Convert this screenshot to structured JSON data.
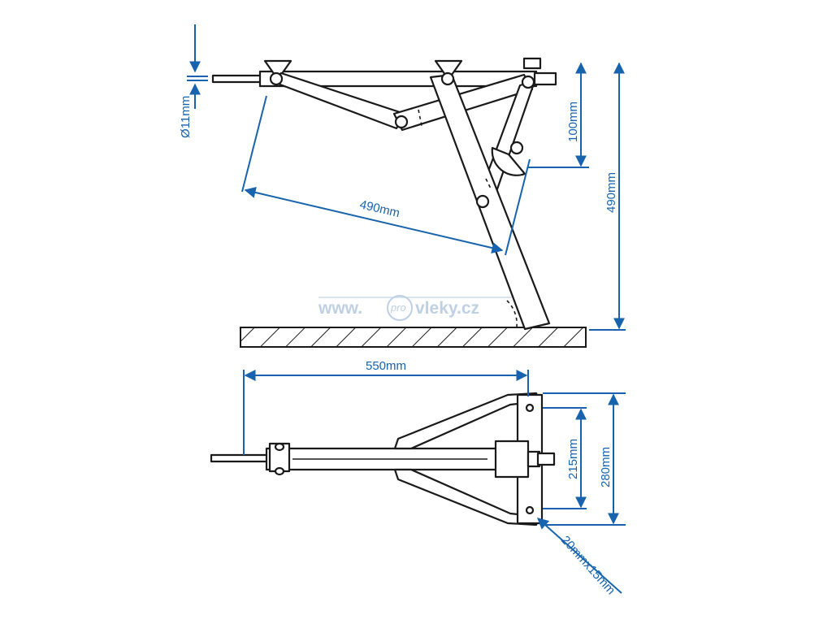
{
  "dimensions": {
    "rod_diameter": "Ø11mm",
    "crank_offset": "100mm",
    "leg_length": "490mm",
    "total_height": "490mm",
    "length": "550mm",
    "inner_width": "215mm",
    "outer_width": "280mm",
    "profile": "20mmx15mm"
  },
  "watermark": {
    "prefix": "www.",
    "pro": "pro",
    "suffix": "vleky.cz"
  },
  "colors": {
    "dimension": "#1763ad",
    "line": "#1a1a1a",
    "watermark": "#b9cbe0"
  }
}
